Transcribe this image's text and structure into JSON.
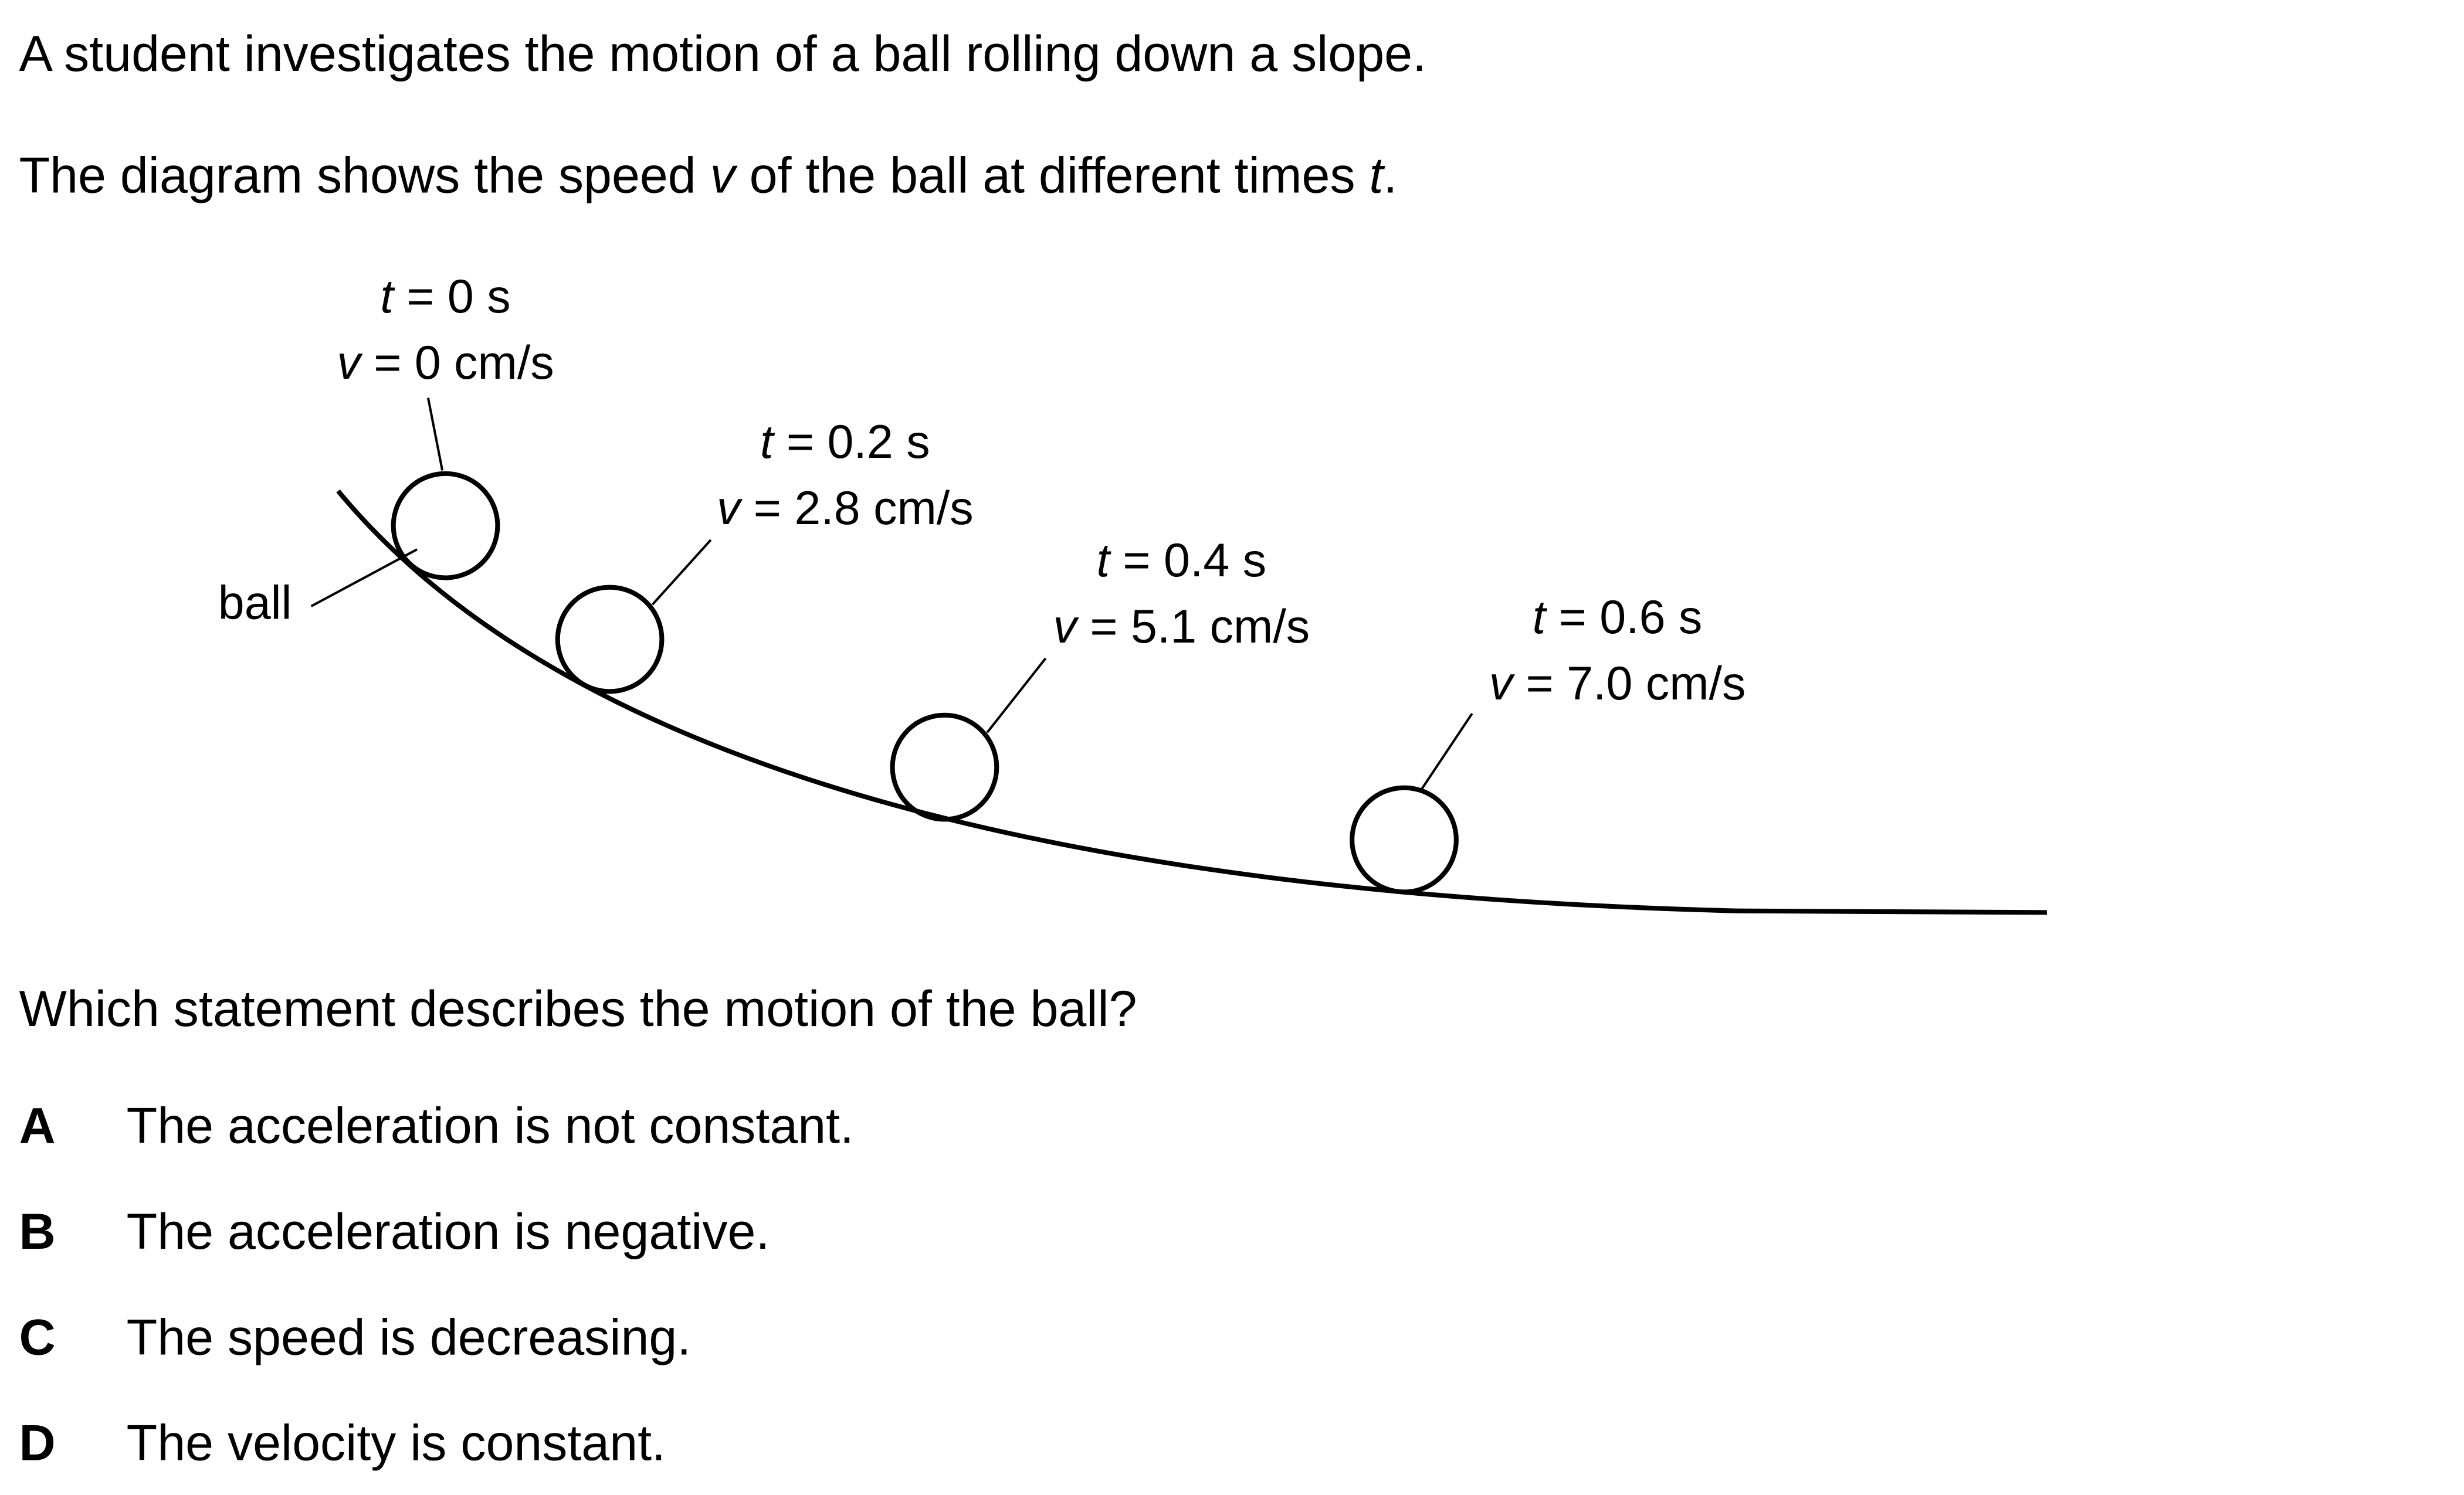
{
  "intro": "A student investigates the motion of a ball rolling down a slope.",
  "diagram_caption": {
    "pre": "The diagram shows the speed ",
    "v": "v",
    "mid": " of the ball at different times ",
    "t": "t",
    "post": "."
  },
  "diagram": {
    "ball_label": "ball",
    "points": [
      {
        "t_sym": "t",
        "t_val": " = 0 s",
        "v_sym": "v",
        "v_val": " = 0 cm/s"
      },
      {
        "t_sym": "t",
        "t_val": " = 0.2 s",
        "v_sym": "v",
        "v_val": " = 2.8 cm/s"
      },
      {
        "t_sym": "t",
        "t_val": " = 0.4 s",
        "v_sym": "v",
        "v_val": " = 5.1 cm/s"
      },
      {
        "t_sym": "t",
        "t_val": " = 0.6 s",
        "v_sym": "v",
        "v_val": " = 7.0 cm/s"
      }
    ]
  },
  "question": "Which statement describes the motion of the ball?",
  "options": [
    {
      "letter": "A",
      "text": "The acceleration is not constant."
    },
    {
      "letter": "B",
      "text": "The acceleration is negative."
    },
    {
      "letter": "C",
      "text": "The speed is decreasing."
    },
    {
      "letter": "D",
      "text": "The velocity is constant."
    }
  ]
}
